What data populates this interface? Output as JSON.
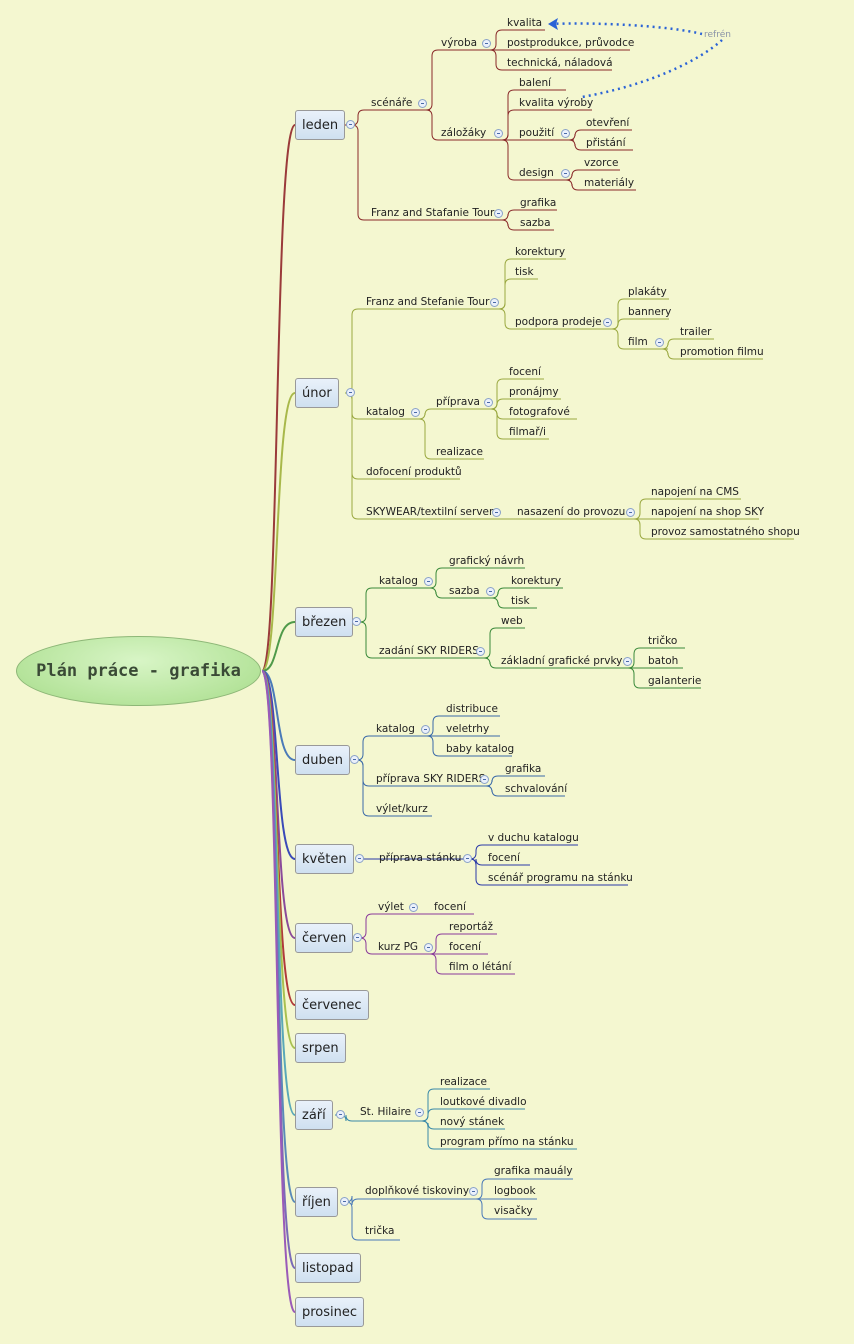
{
  "title": "Plán práce - grafika",
  "refren_label": "refrén",
  "colors": {
    "root_fill": "#b6e49c",
    "month_fill": "#cfe0f0",
    "background": "#f4f7d0",
    "relationship_arrow": "#2a63d6",
    "branches": [
      "#9a3a3a",
      "#a8b84a",
      "#4f9a4a",
      "#4a7ab8",
      "#3a4ab8",
      "#8a4a9a",
      "#b03a3a",
      "#a8c050",
      "#5aa8b8",
      "#5a8ab8",
      "#7a6ab8",
      "#9a5ab8"
    ]
  },
  "months": [
    "leden",
    "únor",
    "březen",
    "duben",
    "květen",
    "červen",
    "červenec",
    "srpen",
    "září",
    "říjen",
    "listopad",
    "prosinec"
  ],
  "leden": {
    "scenare": "scénáře",
    "vyroba": "výroba",
    "kvalita": "kvalita",
    "postprodukce": "postprodukce, průvodce",
    "technicka": "technická, náladová",
    "zalozaky": "záložáky",
    "baleni": "balení",
    "kvalita_vyroby": "kvalita výroby",
    "pouziti": "použití",
    "otevreni": "otevření",
    "pristani": "přistání",
    "design": "design",
    "vzorce": "vzorce",
    "materialy": "materiály",
    "franz": "Franz and Stafanie Tour",
    "grafika": "grafika",
    "sazba": "sazba"
  },
  "unor": {
    "franz": "Franz and Stefanie Tour",
    "korektury": "korektury",
    "tisk": "tisk",
    "podpora": "podpora prodeje",
    "plakaty": "plakáty",
    "bannery": "bannery",
    "film": "film",
    "trailer": "trailer",
    "promotion": "promotion filmu",
    "katalog": "katalog",
    "priprava": "příprava",
    "foceni": "focení",
    "pronajmy": "pronájmy",
    "fotografove": "fotografové",
    "filmari": "filmař/i",
    "realizace": "realizace",
    "dofoceni": "dofocení produktů",
    "skywear": "SKYWEAR/textilní server",
    "nasazeni": "nasazení do provozu",
    "napojeni_cms": "napojení na CMS",
    "napojeni_shop": "napojení na shop SKY",
    "provoz": "provoz samostatného shopu"
  },
  "brezen": {
    "katalog": "katalog",
    "graficky_navrh": "grafický návrh",
    "sazba": "sazba",
    "korektury": "korektury",
    "tisk": "tisk",
    "zadani": "zadání SKY RIDERS",
    "web": "web",
    "zakladni": "základní grafické prvky",
    "tricko": "tričko",
    "batoh": "batoh",
    "galanterie": "galanterie"
  },
  "duben": {
    "katalog": "katalog",
    "distribuce": "distribuce",
    "veletrhy": "veletrhy",
    "baby": "baby katalog",
    "priprava": "příprava SKY RIDERS",
    "grafika": "grafika",
    "schvalovani": "schvalování",
    "vylet_kurz": "výlet/kurz"
  },
  "kveten": {
    "priprava": "příprava stánku",
    "vduchu": "v duchu katalogu",
    "foceni": "focení",
    "scenar": "scénář programu na stánku"
  },
  "cerven": {
    "vylet": "výlet",
    "foceni1": "focení",
    "kurz": "kurz PG",
    "reportaz": "reportáž",
    "foceni2": "focení",
    "film": "film o létání"
  },
  "zari": {
    "st_hilaire": "St. Hilaire",
    "realizace": "realizace",
    "loutkove": "loutkové divadlo",
    "novy": "nový stánek",
    "program": "program přímo na stánku"
  },
  "rijen": {
    "doplnkove": "doplňkové tiskoviny",
    "grafika": "grafika mauály",
    "logbook": "logbook",
    "visacky": "visačky",
    "tricka": "trička"
  }
}
